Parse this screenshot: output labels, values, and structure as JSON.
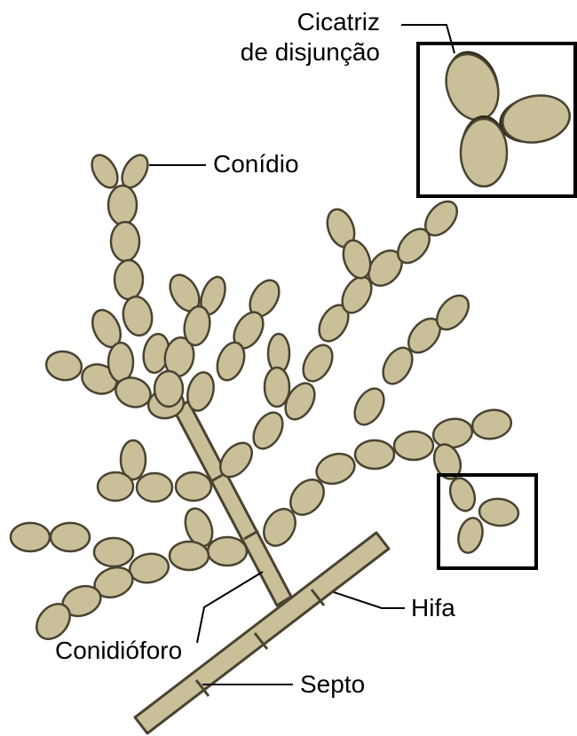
{
  "labels": {
    "cicatriz_line1": "Cicatriz",
    "cicatriz_line2": "de disjunção",
    "conidio": "Conídio",
    "hifa": "Hifa",
    "conidioforo": "Conidióforo",
    "septo": "Septo"
  },
  "colors": {
    "spore_fill": "#c9c09a",
    "spore_stroke": "#4a4330",
    "hypha_fill": "#c9c09a",
    "scar_dark": "#2e2a1c",
    "frame": "#000000"
  }
}
